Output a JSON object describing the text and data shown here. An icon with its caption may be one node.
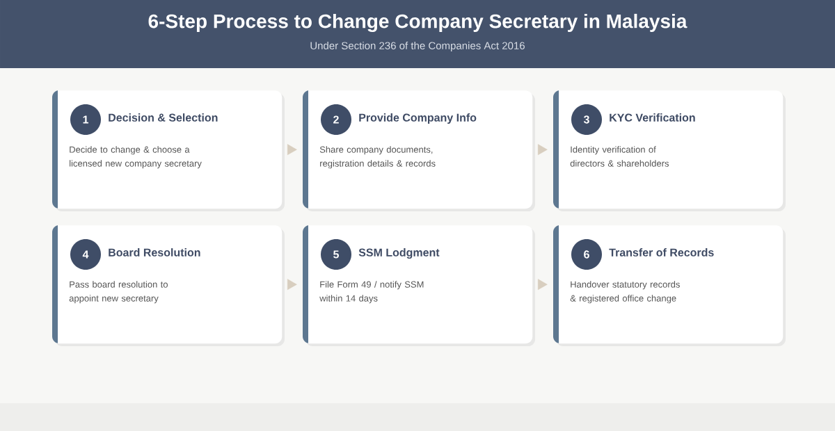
{
  "diagram": {
    "title": "6-Step Process to Change Company Secretary in Malaysia",
    "nodes": [
      {
        "text": [
          "Decision & Selection",
          "Decide to change & choose a licensed new company secretary"
        ]
      },
      {
        "text": [
          "1"
        ],
        "in": 0
      },
      {
        "text": [
          "Provide Company Info",
          "Share company documents, registration details & records"
        ]
      },
      {
        "text": [
          "2"
        ],
        "in": 2
      },
      {
        "text": [
          "KYC Verification",
          "Identity verification of directors & shareholders"
        ]
      },
      {
        "text": [
          "3"
        ],
        "in": 4
      },
      {
        "text": [
          "Board Resolution",
          "Pass board resolution to appoint new secretary"
        ]
      },
      {
        "text": [
          "4"
        ],
        "in": 6
      },
      {
        "text": [
          "SSM Lodgment",
          "File Form 49 / notify SSM within 14 days"
        ]
      },
      {
        "text": [
          "5"
        ],
        "in": 8
      },
      {
        "text": [
          "Transfer of Records",
          "Handover statutory records & registered office change"
        ]
      },
      {
        "text": [
          "6"
        ],
        "in": 10
      }
    ],
    "edges": [
      {
        "from": 0,
        "to": 2,
        "arrow": "to"
      },
      {
        "from": 2,
        "to": 4,
        "arrow": "to"
      },
      {
        "from": 6,
        "to": 8,
        "arrow": "to"
      },
      {
        "from": 8,
        "to": 10,
        "arrow": "to"
      }
    ],
    "labels": [
      "Under Section 236 of the Companies Act 2016"
    ]
  }
}
